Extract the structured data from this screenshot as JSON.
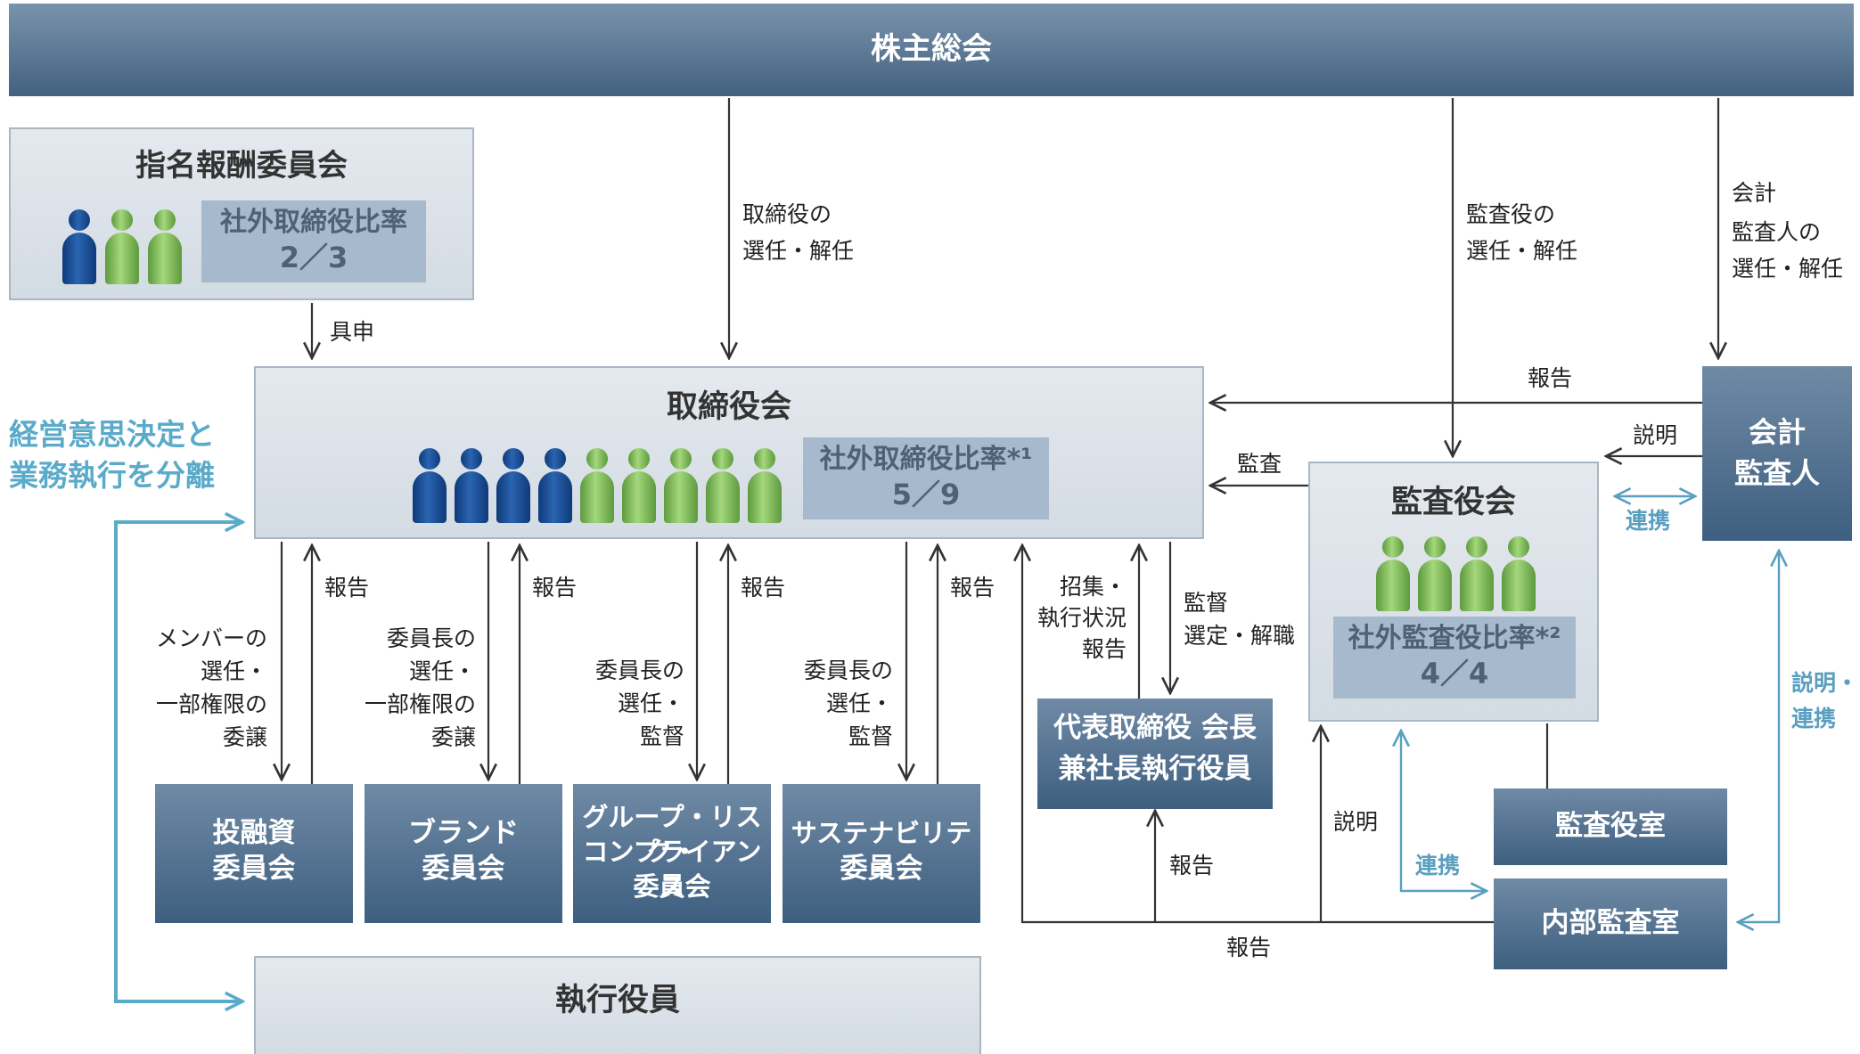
{
  "top_bar": {
    "label": "株主総会"
  },
  "nomination_committee": {
    "title": "指名報酬委員会",
    "ratio_label": "社外取締役比率",
    "ratio_value": "2／3",
    "people": [
      "inside",
      "outside",
      "outside"
    ]
  },
  "board": {
    "title": "取締役会",
    "ratio_label": "社外取締役比率*¹",
    "ratio_value": "5／9",
    "people": [
      "inside",
      "inside",
      "inside",
      "inside",
      "outside",
      "outside",
      "outside",
      "outside",
      "outside"
    ]
  },
  "audit_board": {
    "title": "監査役会",
    "ratio_label": "社外監査役比率*²",
    "ratio_value": "4／4",
    "people": [
      "outside",
      "outside",
      "outside",
      "outside"
    ]
  },
  "auditor": {
    "line1": "会計",
    "line2": "監査人"
  },
  "ceo": {
    "line1": "代表取締役 会長",
    "line2": "兼社長執行役員"
  },
  "audit_office": {
    "label": "監査役室"
  },
  "internal_audit": {
    "label": "内部監査室"
  },
  "committees": [
    {
      "lines": [
        "投融資",
        "委員会"
      ]
    },
    {
      "lines": [
        "ブランド",
        "委員会"
      ]
    },
    {
      "lines": [
        "グループ・リスク・",
        "コンプライアンス",
        "委員会"
      ]
    },
    {
      "lines": [
        "サステナビリティ",
        "委員会"
      ]
    }
  ],
  "executives": {
    "label": "執行役員"
  },
  "side_note": {
    "line1": "経営意思決定と",
    "line2": "業務執行を分離"
  },
  "labels": {
    "guseishin": "具申",
    "board_elect": [
      "取締役の",
      "選任・解任"
    ],
    "auditor_elect": [
      "監査役の",
      "選任・解任"
    ],
    "accountant_elect": [
      "会計",
      "監査人の",
      "選任・解任"
    ],
    "report": "報告",
    "explain": "説明",
    "audit": "監査",
    "collab": "連携",
    "explain_collab": [
      "説明・",
      "連携"
    ],
    "c1_delegate": [
      "メンバーの",
      "選任・",
      "一部権限の",
      "委譲"
    ],
    "c2_delegate": [
      "委員長の",
      "選任・",
      "一部権限の",
      "委譲"
    ],
    "c3_delegate": [
      "委員長の",
      "選任・",
      "監督"
    ],
    "c4_delegate": [
      "委員長の",
      "選任・",
      "監督"
    ],
    "convene": [
      "招集・",
      "執行状況",
      "報告"
    ],
    "supervise": [
      "監督",
      "選定・解職"
    ]
  }
}
